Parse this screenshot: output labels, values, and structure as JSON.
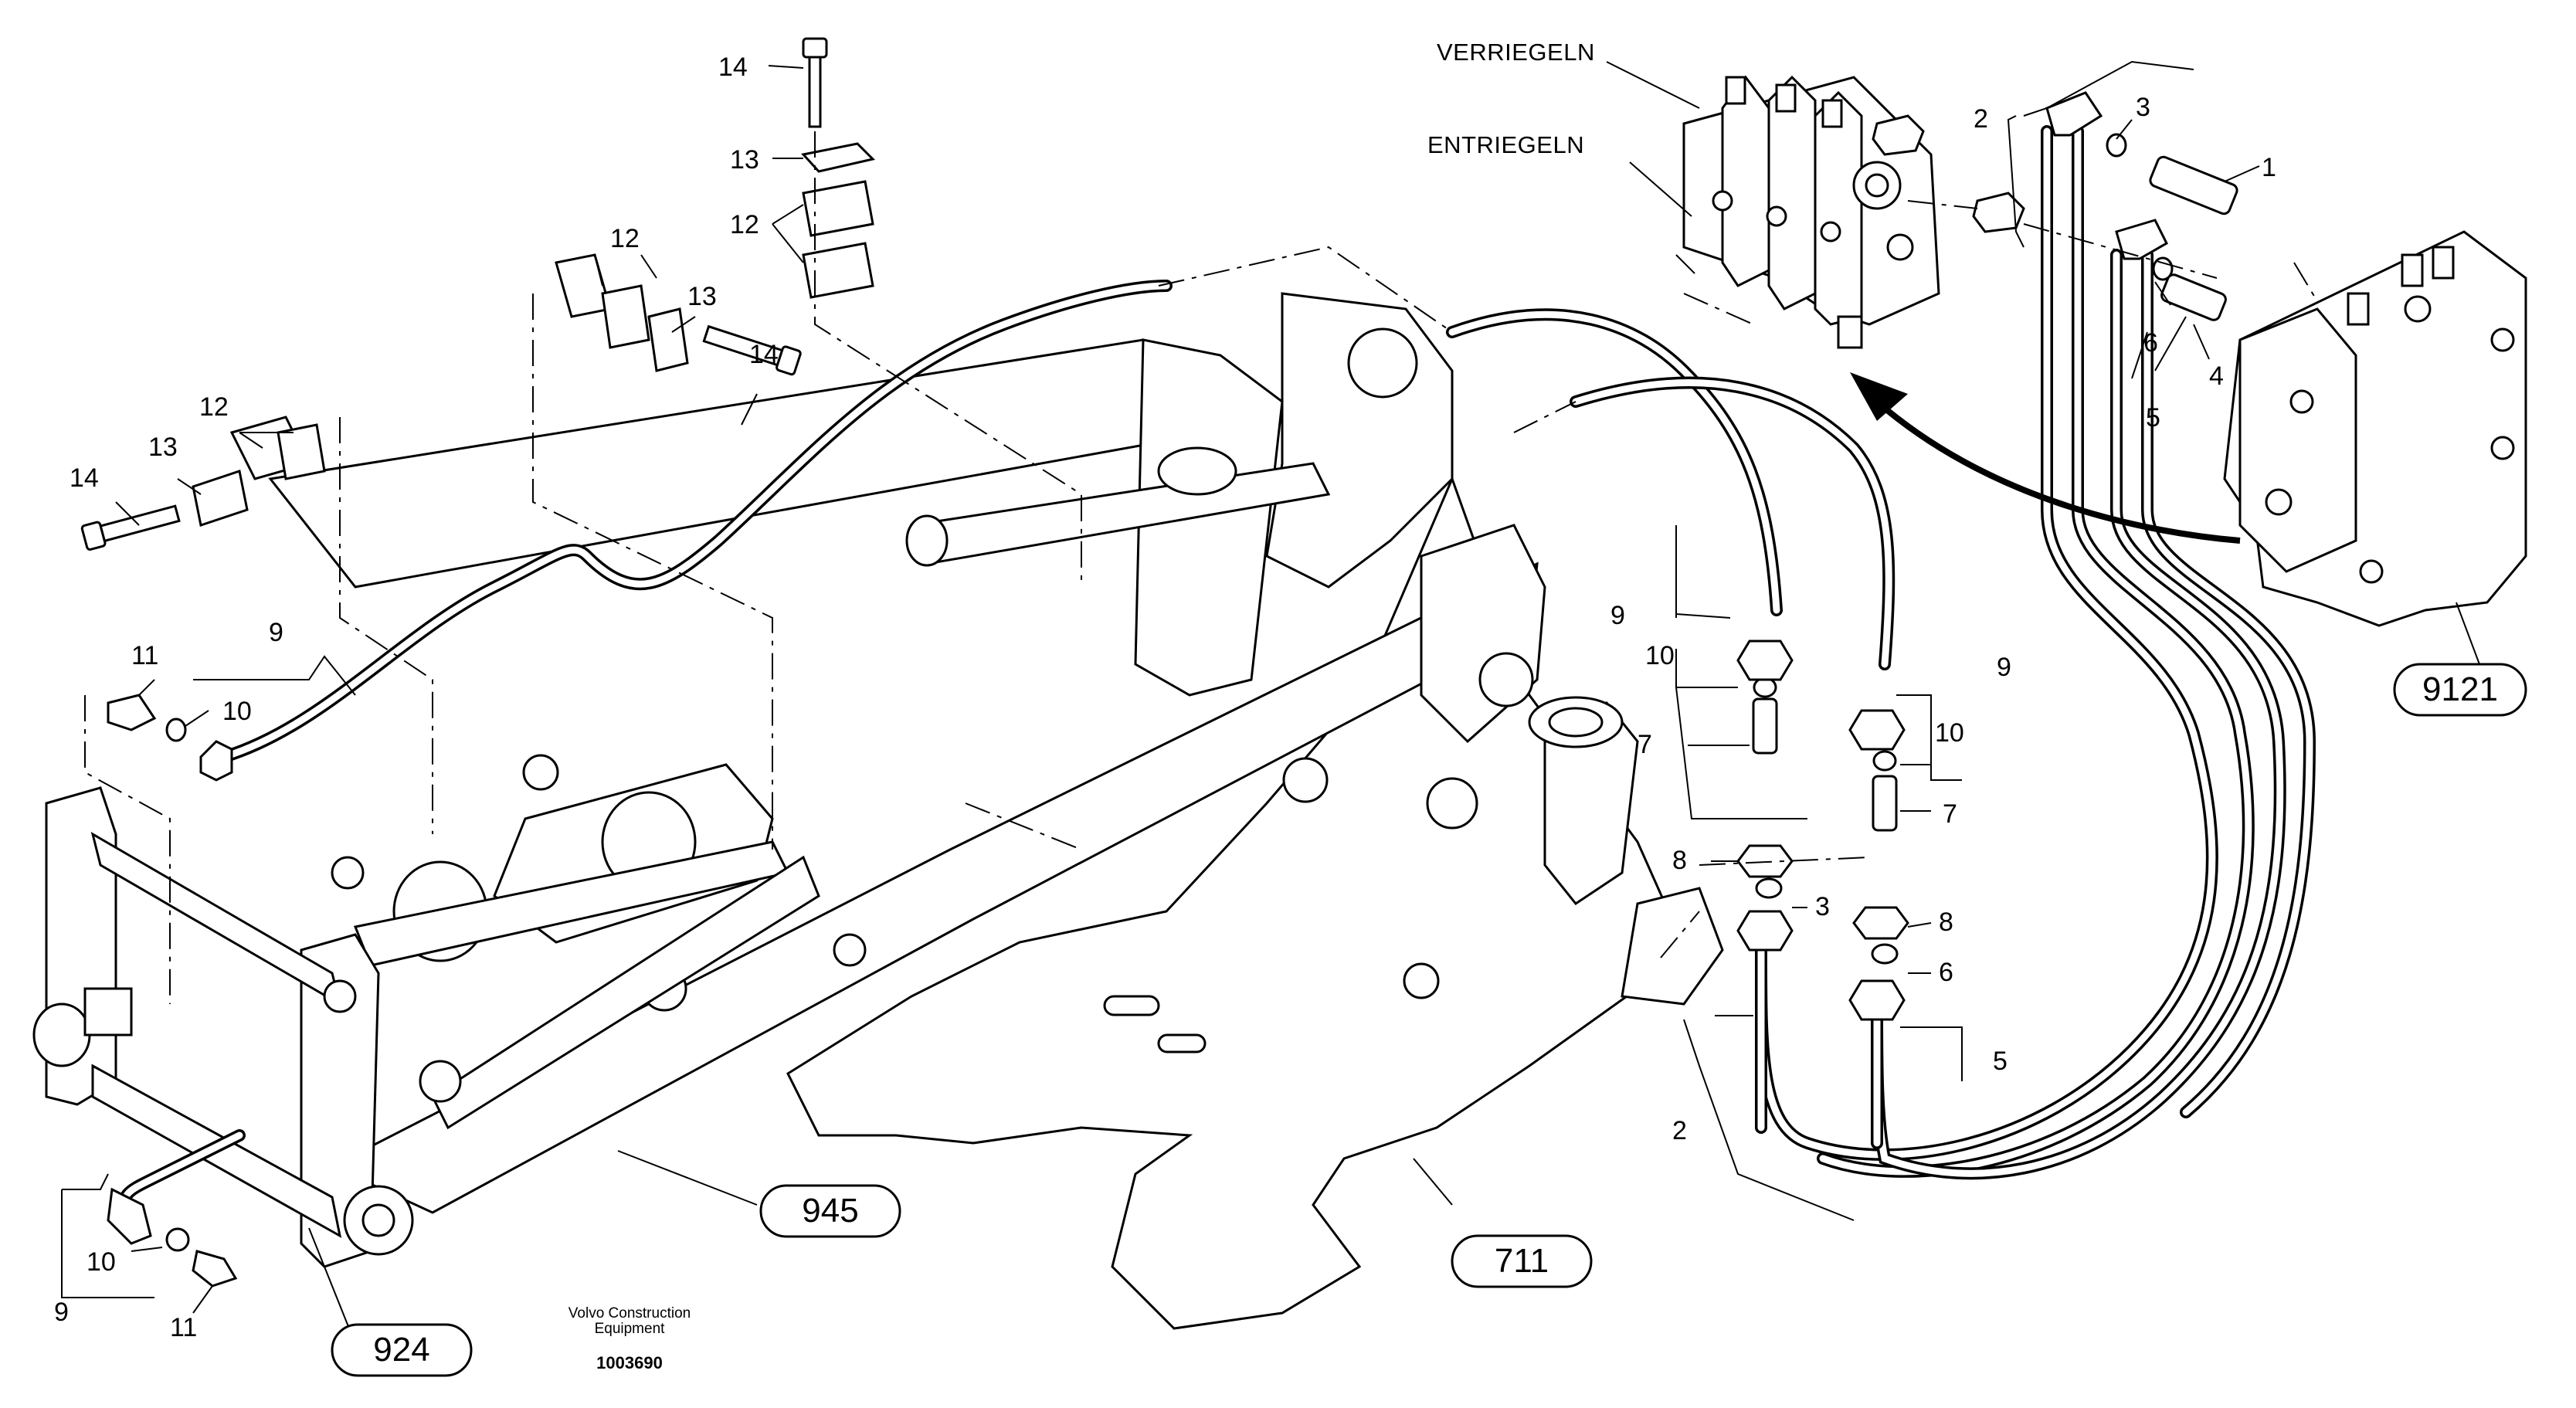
{
  "labels": {
    "verriegeln": "VERRIEGELN",
    "entriegeln": "ENTRIEGELN"
  },
  "callouts": {
    "c1": "1",
    "c2a": "2",
    "c2b": "2",
    "c3a": "3",
    "c3b": "3",
    "c4": "4",
    "c5a": "5",
    "c5b": "5",
    "c6a": "6",
    "c6b": "6",
    "c7a": "7",
    "c7b": "7",
    "c8a": "8",
    "c8b": "8",
    "c9a": "9",
    "c9b": "9",
    "c9c": "9",
    "c9d": "9",
    "c10a": "10",
    "c10b": "10",
    "c10c": "10",
    "c10d": "10",
    "c11a": "11",
    "c11b": "11",
    "c12a": "12",
    "c12b": "12",
    "c12c": "12",
    "c13a": "13",
    "c13b": "13",
    "c13c": "13",
    "c14a": "14",
    "c14b": "14",
    "c14c": "14"
  },
  "groups": {
    "g9121": "9121",
    "g945": "945",
    "g711": "711",
    "g924": "924"
  },
  "footer": {
    "brand_line1": "Volvo Construction",
    "brand_line2": "Equipment",
    "drawing_number": "1003690"
  }
}
